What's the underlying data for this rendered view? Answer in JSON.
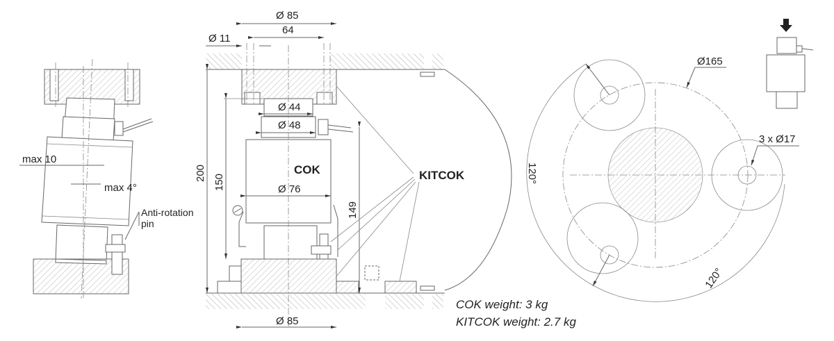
{
  "left_view": {
    "max_offset": "max 10",
    "max_angle": "max 4°",
    "pin_label_1": "Anti-rotation",
    "pin_label_2": "pin"
  },
  "middle_view": {
    "dia_top": "Ø 85",
    "bolt_spacing": "64",
    "dia_hole": "Ø 11",
    "dia_44": "Ø 44",
    "dia_48": "Ø 48",
    "cell_name": "COK",
    "dia_76": "Ø 76",
    "height_total": "200",
    "height_cell": "150",
    "height_kit": "149",
    "kit_name": "KITCOK",
    "dia_bottom": "Ø 85"
  },
  "weights": {
    "cok": "COK weight: 3 kg",
    "kitcok": "KITCOK weight: 2.7 kg"
  },
  "right_view": {
    "bolt_circle": "Ø165",
    "holes": "3 x Ø17",
    "angle_1": "120°",
    "angle_2": "120°"
  }
}
